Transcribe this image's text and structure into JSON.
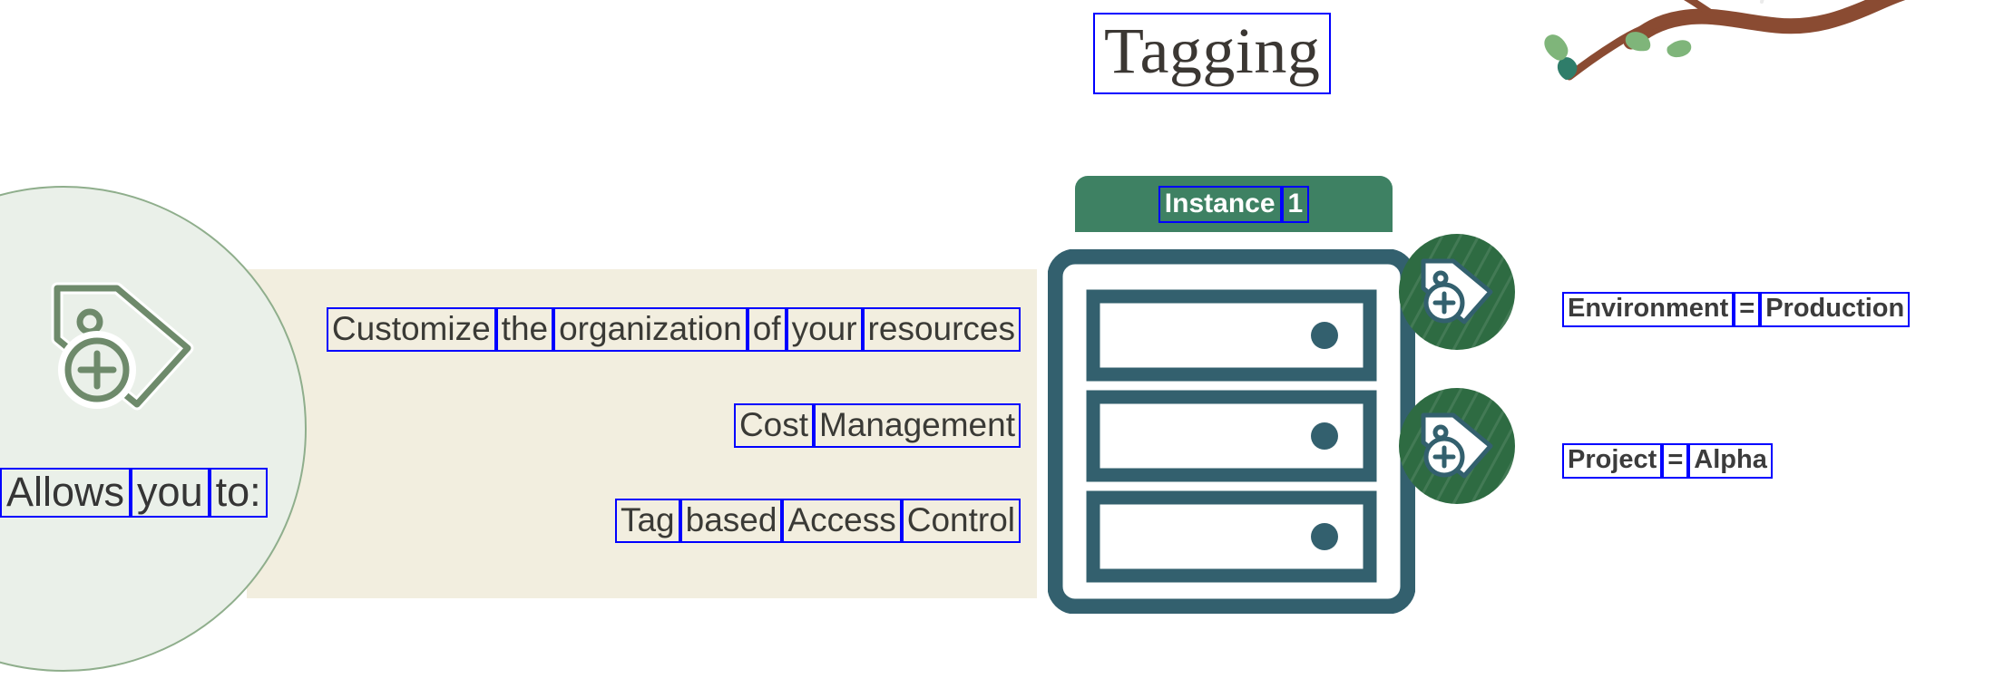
{
  "page": {
    "title": "Tagging",
    "background_color": "#ffffff"
  },
  "colors": {
    "band_beige": "#f2eedf",
    "circle_sage": "#eaf0e9",
    "circle_border": "#8fae8c",
    "instance_tab_green": "#3e8163",
    "server_teal": "#33606e",
    "badge_green": "#2e6b42",
    "detection_box_blue": "#0000ff",
    "text_dark": "#3a3a36",
    "branch_brown": "#8a4b32",
    "leaf_green": "#2f7d6a",
    "leaf_light_green": "#7fb57a"
  },
  "intro": {
    "icon": "tag-plus-icon",
    "label_words": [
      "Allows",
      "you",
      "to:"
    ]
  },
  "benefits": [
    {
      "words": [
        "Customize",
        "the",
        "organization",
        "of",
        "your",
        "resources"
      ]
    },
    {
      "words": [
        "Cost",
        "Management"
      ]
    },
    {
      "words": [
        "Tag",
        "based",
        "Access",
        "Control"
      ]
    }
  ],
  "instance": {
    "tab_words": [
      "Instance",
      "1"
    ],
    "icon": "server-rack-icon",
    "bay_count": 3
  },
  "tags": [
    {
      "icon": "tag-plus-icon",
      "key": "Environment",
      "operator": "=",
      "value": "Production"
    },
    {
      "icon": "tag-plus-icon",
      "key": "Project",
      "operator": "=",
      "value": "Alpha"
    }
  ],
  "decoration": {
    "branch": "tree-branch-icon"
  }
}
